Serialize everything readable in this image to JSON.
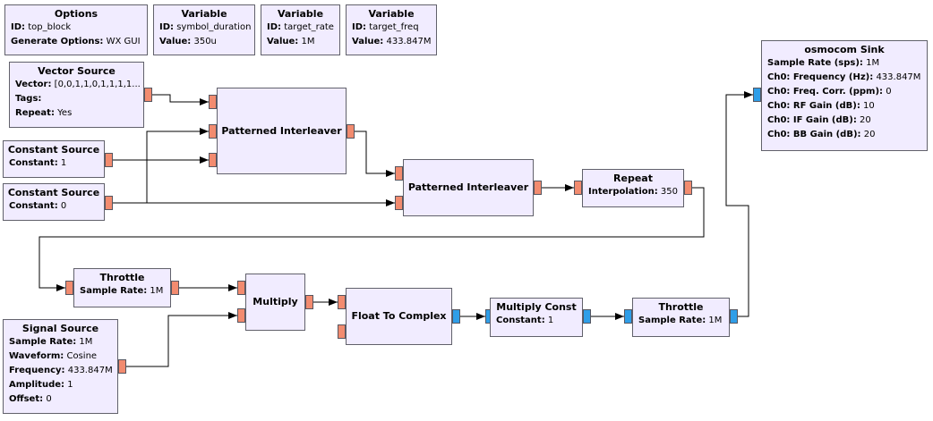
{
  "colors": {
    "block_bg": "#f1ecff",
    "block_border": "#61616b",
    "float_port": "#f28b6f",
    "complex_port": "#2f9ee8",
    "wire": "#000000"
  },
  "blocks": {
    "options": {
      "title": "Options",
      "params": [
        {
          "k": "ID:",
          "v": "top_block"
        },
        {
          "k": "Generate Options:",
          "v": "WX GUI"
        }
      ]
    },
    "var_symbol_duration": {
      "title": "Variable",
      "params": [
        {
          "k": "ID:",
          "v": "symbol_duration"
        },
        {
          "k": "Value:",
          "v": "350u"
        }
      ]
    },
    "var_target_rate": {
      "title": "Variable",
      "params": [
        {
          "k": "ID:",
          "v": "target_rate"
        },
        {
          "k": "Value:",
          "v": "1M"
        }
      ]
    },
    "var_target_freq": {
      "title": "Variable",
      "params": [
        {
          "k": "ID:",
          "v": "target_freq"
        },
        {
          "k": "Value:",
          "v": "433.847M"
        }
      ]
    },
    "vector_source": {
      "title": "Vector Source",
      "params": [
        {
          "k": "Vector:",
          "v": "[0,0,1,1,0,1,1,1,1..."
        },
        {
          "k": "Tags:",
          "v": ""
        },
        {
          "k": "Repeat:",
          "v": "Yes"
        }
      ]
    },
    "const_source_1": {
      "title": "Constant Source",
      "params": [
        {
          "k": "Constant:",
          "v": "1"
        }
      ]
    },
    "const_source_0": {
      "title": "Constant Source",
      "params": [
        {
          "k": "Constant:",
          "v": "0"
        }
      ]
    },
    "interleaver_1": {
      "title": "Patterned Interleaver"
    },
    "interleaver_2": {
      "title": "Patterned Interleaver"
    },
    "repeat": {
      "title": "Repeat",
      "params": [
        {
          "k": "Interpolation:",
          "v": "350"
        }
      ]
    },
    "osmocom_sink": {
      "title": "osmocom Sink",
      "params": [
        {
          "k": "Sample Rate (sps):",
          "v": "1M"
        },
        {
          "k": "Ch0: Frequency (Hz):",
          "v": "433.847M"
        },
        {
          "k": "Ch0: Freq. Corr. (ppm):",
          "v": "0"
        },
        {
          "k": "Ch0: RF Gain (dB):",
          "v": "10"
        },
        {
          "k": "Ch0: IF Gain (dB):",
          "v": "20"
        },
        {
          "k": "Ch0: BB Gain (dB):",
          "v": "20"
        }
      ]
    },
    "throttle_1": {
      "title": "Throttle",
      "params": [
        {
          "k": "Sample Rate:",
          "v": "1M"
        }
      ]
    },
    "multiply": {
      "title": "Multiply"
    },
    "float_to_complex": {
      "title": "Float To Complex"
    },
    "multiply_const": {
      "title": "Multiply Const",
      "params": [
        {
          "k": "Constant:",
          "v": "1"
        }
      ]
    },
    "throttle_2": {
      "title": "Throttle",
      "params": [
        {
          "k": "Sample Rate:",
          "v": "1M"
        }
      ]
    },
    "signal_source": {
      "title": "Signal Source",
      "params": [
        {
          "k": "Sample Rate:",
          "v": "1M"
        },
        {
          "k": "Waveform:",
          "v": "Cosine"
        },
        {
          "k": "Frequency:",
          "v": "433.847M"
        },
        {
          "k": "Amplitude:",
          "v": "1"
        },
        {
          "k": "Offset:",
          "v": "0"
        }
      ]
    }
  }
}
